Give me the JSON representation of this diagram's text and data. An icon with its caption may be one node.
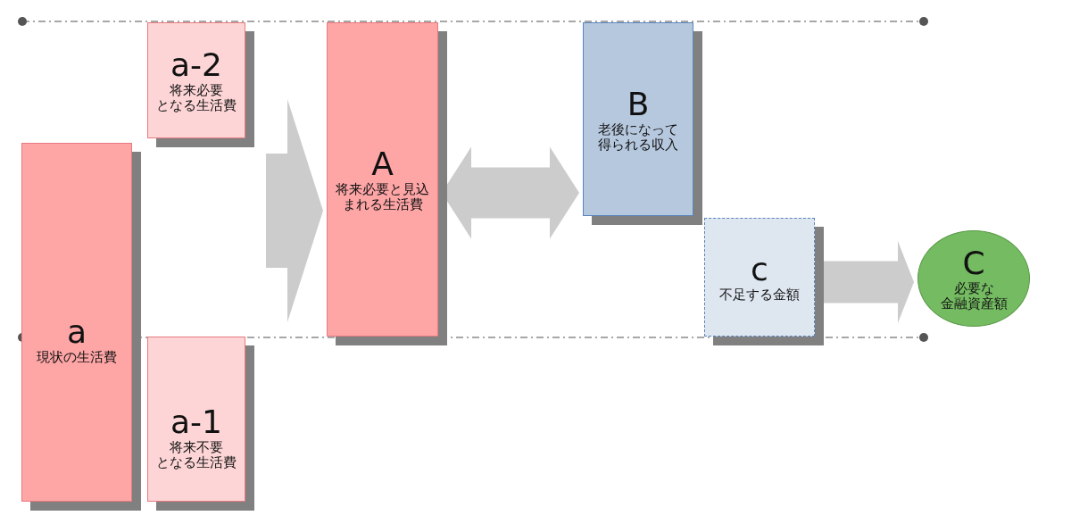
{
  "diagram": {
    "nodes": [
      {
        "text": [
          "a-2",
          "将来必要となる生活費"
        ]
      },
      {
        "text": [
          "a",
          "現状の生活費"
        ]
      },
      {
        "text": [
          "a-1",
          "将来不要となる生活費"
        ]
      },
      {
        "text": [
          "A",
          "将来必要と見込まれる生活費"
        ]
      },
      {
        "text": [
          "B",
          "老後になって得られる収入"
        ]
      },
      {
        "text": [
          "c",
          "不足する金額"
        ]
      },
      {
        "text": [
          "C",
          "必要な金融資産額"
        ]
      }
    ],
    "edges": [
      {
        "from": null,
        "to": 3,
        "arrow": "to",
        "style": "thick"
      },
      {
        "from": 3,
        "to": 4,
        "arrow": "both"
      },
      {
        "from": 5,
        "to": 6,
        "arrow": "to"
      }
    ]
  }
}
